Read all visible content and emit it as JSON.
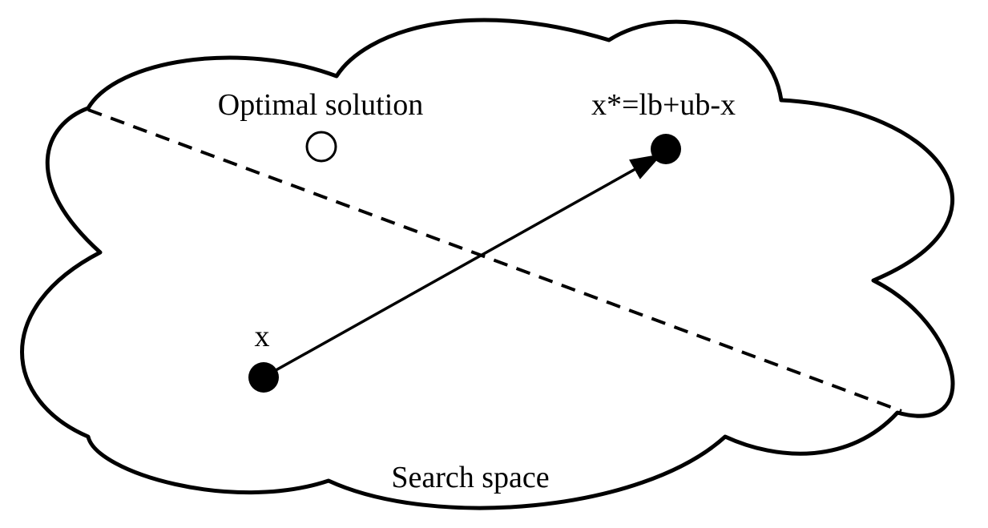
{
  "diagram": {
    "labels": {
      "optimal": "Optimal solution",
      "opposite": "x*=lb+ub-x",
      "x": "x",
      "space": "Search space"
    },
    "colors": {
      "stroke": "#000000",
      "fill": "#ffffff",
      "point": "#000000"
    }
  }
}
